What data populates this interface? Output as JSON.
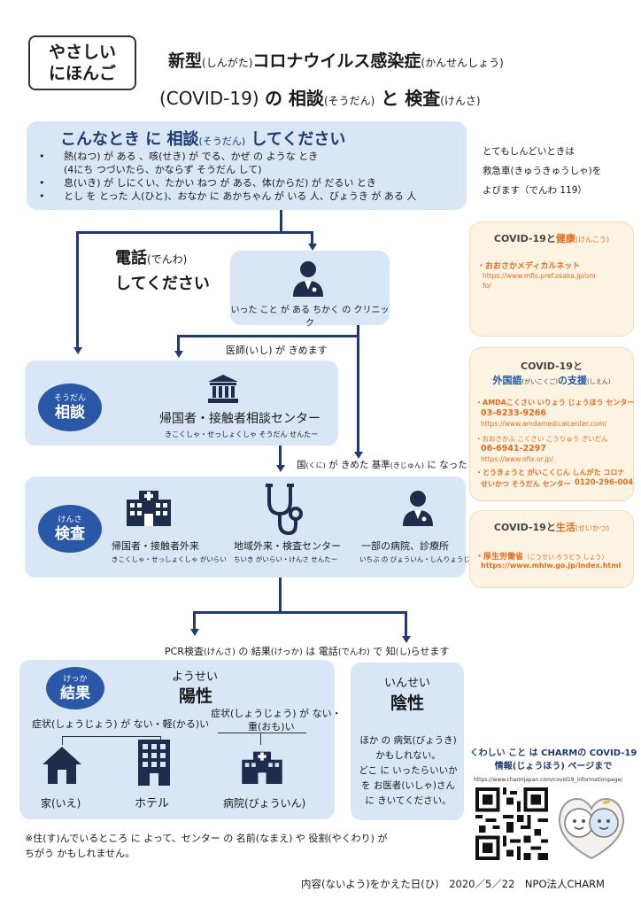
{
  "tag": {
    "line1": "やさしい",
    "line2": "にほんご"
  },
  "title": {
    "line1_a": "新型",
    "line1_a_ruby": "(しんがた)",
    "line1_b": "コロナウイルス感染症",
    "line1_b_ruby": "(かんせんしょう)",
    "line2_a": "(COVID-19) ",
    "line2_b": "の",
    "line2_c": " 相談",
    "line2_c_ruby": "(そうだん)",
    "line2_d": " と ",
    "line2_e": "検査",
    "line2_e_ruby": "(けんさ)"
  },
  "when": {
    "heading_a": "こんなとき に 相談",
    "heading_ruby": "(そうだん)",
    "heading_b": " してください",
    "bullets": [
      "熱(ねつ) が ある 、咳(せき) が でる、かぜ の ような とき",
      "(4にち つづいたら、かならず そうだん して)",
      "息(いき) が しにくい、たかい ねつ が ある、体(からだ) が だるい とき",
      "とし を とった 人(ひと)、おなか に あかちゃん が いる 人、びょうき が ある 人"
    ]
  },
  "emergency": {
    "line1": "とてもしんどいときは",
    "line2": "救急車(きゅうきゅうしゃ)を",
    "line3": "よびます（でんわ 119）"
  },
  "call": {
    "a": "電話",
    "ruby": "(でんわ)",
    "b": "してください"
  },
  "clinic_label": "いった こと が ある ちかく の クリニック",
  "doctor_decides": "医師(いし) が きめます",
  "consult": {
    "pill_small": "そうだん",
    "pill_big": "相談",
    "center": "帰国者・接触者相談センター",
    "center_ruby": "きこくしゃ・せっしょくしゃ そうだん せんたー"
  },
  "national": {
    "a": "国",
    "a_ruby": "(くに)",
    "b": " が きめた 基準",
    "b_ruby": "(きじゅん)",
    "c": " に なったとき"
  },
  "exam": {
    "pill_small": "けんさ",
    "pill_big": "検査",
    "items": [
      {
        "label": "帰国者・接触者外来",
        "ruby": "きこくしゃ・せっしょくしゃ がいらい"
      },
      {
        "label": "地域外来・検査センター",
        "ruby": "ちいき がいらい・けんさ せんたー"
      },
      {
        "label": "一部の病院、診療所",
        "ruby": "いちぶ の びょういん・しんりょうじょ"
      }
    ]
  },
  "pcr": {
    "a": "PCR検査",
    "a_ruby": "(けんさ)",
    "b": " の 結果",
    "b_ruby": "(けっか)",
    "c": " は 電話",
    "c_ruby": "(でんわ)",
    "d": " で 知",
    "d_ruby": "(し)",
    "e": "らせます"
  },
  "result": {
    "pill_small": "けっか",
    "pill_big": "結果",
    "pos_yomi": "ようせい",
    "pos": "陽性",
    "mild": "症状(しょうじょう) が ない・軽(かる)い",
    "severe1": "症状(しょうじょう) が ない・",
    "severe2": "重(おも)い",
    "home": "家(いえ)",
    "hotel": "ホテル",
    "hospital": "病院(びょういん)"
  },
  "negative": {
    "yomi": "いんせい",
    "big": "陰性",
    "l1": "ほか の 病気(びょうき)",
    "l2": "かもしれない。",
    "l3": "どこ に いったらいいか",
    "l4": "を お医者(いしゃ)さん",
    "l5": "に きいてください。"
  },
  "note": {
    "l1": "※住(す)んでいるところ に よって、センター の 名前(なまえ) や 役割(やくわり) が",
    "l2": "ちがう かもしれません。"
  },
  "footer": "内容(ないよう)をかえた日(ひ)　2020／5／22　NPO法人CHARM",
  "side1": {
    "h_a": "COVID-19と",
    "h_b": "健康",
    "h_c": "(けんこう)",
    "org": "・おおさかメディカルネット",
    "url1": "https://www.mfis.pref.osaka.jp/om",
    "url2": "fo/"
  },
  "side2": {
    "h1": "COVID-19と",
    "h2_a": "外国語",
    "h2_r": "(がいこくご)",
    "h2_b": "の支援",
    "h2_r2": "(しえん)",
    "org1": "・AMDAこくさい いりょう じょうほう センター",
    "ph1": "03-6233-9266",
    "url1": "https://www.amdamedicalcenter.com/",
    "org2": "・おおさかふ こくさい こうりゅう ざいだん",
    "ph2": "06-6941-2297",
    "url2": "https://www.ofix.or.jp/",
    "org3a": "・とうきょうと がいこくじん しんがた コロナ",
    "org3b": "せいかつ そうだん センター",
    "ph3": "0120-296-004"
  },
  "side3": {
    "h_a": "COVID-19と",
    "h_b": "生活",
    "h_c": "(せいかつ)",
    "org": "・厚生労働省",
    "org_r": "（こうせい ろうどう しょう）",
    "url": "https://www.mhlw.go.jp/index.html"
  },
  "charm": {
    "l1": "くわしい こと は CHARMの COVID-19",
    "l2": "情報(じょうほう) ページまで",
    "url": "https://www.charmjapan.com/covid19_informationpage/"
  },
  "colors": {
    "navy": "#1f3a73",
    "box": "#d9e6f5",
    "pill": "#2a58a8",
    "orange": "#e46c1a"
  }
}
